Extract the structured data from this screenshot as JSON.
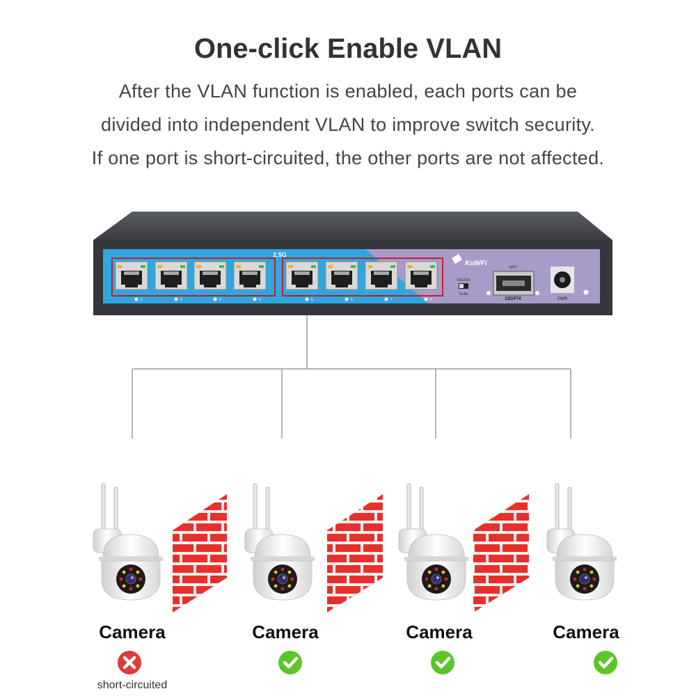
{
  "heading": {
    "title": "One-click Enable VLAN",
    "lines": [
      "After the VLAN function is enabled, each ports can be",
      "divided into independent VLAN to improve switch security.",
      "If one port is short-circuited, the other ports are not affected."
    ]
  },
  "switch": {
    "brand": "KuWFi",
    "speed_label": "2.5G",
    "vlan_switch_label_top": "OFF/ON",
    "vlan_switch_label_bottom": "VLAN",
    "sfp_label": "SFP",
    "sfp_port_label": "10GF/X",
    "power_label": "PWR",
    "port_numbers": [
      "1",
      "2",
      "3",
      "4",
      "5",
      "6",
      "7",
      "8"
    ],
    "colors": {
      "body": "#3d3f45",
      "left_panel": "#2fa6e0",
      "right_panel": "#a79bc9",
      "port_frame": "#c0202a",
      "led_green": "#35c24a",
      "led_amber": "#f0b020"
    }
  },
  "cameras": [
    {
      "label": "Camera",
      "status": "failed",
      "status_icon": "x-icon",
      "note": "short-circuited"
    },
    {
      "label": "Camera",
      "status": "ok",
      "status_icon": "check-icon",
      "note": ""
    },
    {
      "label": "Camera",
      "status": "ok",
      "status_icon": "check-icon",
      "note": ""
    },
    {
      "label": "Camera",
      "status": "ok",
      "status_icon": "check-icon",
      "note": ""
    }
  ],
  "colors": {
    "wall": "#e8302a",
    "wall_dark": "#b31f1c",
    "ok": "#5cc52a",
    "fail": "#e03a3a",
    "line": "#9a9a9a"
  }
}
